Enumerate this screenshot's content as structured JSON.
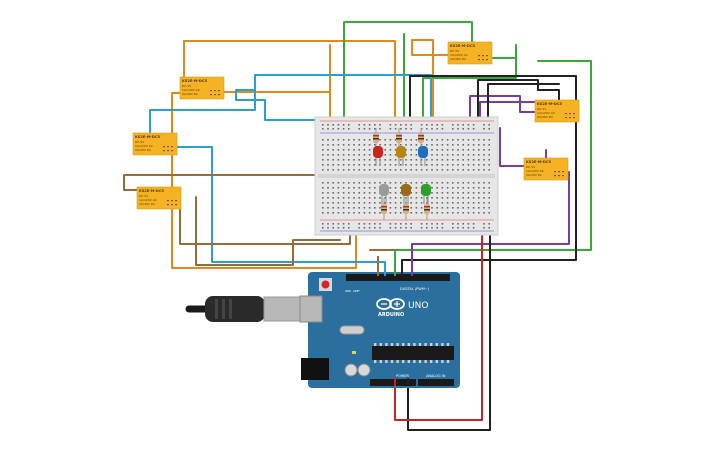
{
  "relays": [
    {
      "model": "KS2E-M-DC5",
      "specs": [
        "DC 5V",
        "1A/120V AC",
        "2A/30V DC"
      ]
    },
    {
      "model": "KS2E-M-DC5",
      "specs": [
        "DC 5V",
        "1A/120V AC",
        "2A/30V DC"
      ]
    },
    {
      "model": "KS2E-M-DC5",
      "specs": [
        "DC 5V",
        "1A/120V AC",
        "2A/30V DC"
      ]
    },
    {
      "model": "KS2E-M-DC5",
      "specs": [
        "DC 5V",
        "1A/120V AC",
        "2A/30V DC"
      ]
    },
    {
      "model": "KS2E-M-DC5",
      "specs": [
        "DC 5V",
        "1A/120V AC",
        "2A/30V DC"
      ]
    },
    {
      "model": "KS2E-M-DC5",
      "specs": [
        "DC 5V",
        "1A/120V AC",
        "2A/30V DC"
      ]
    }
  ],
  "arduino": {
    "brand": "ARDUINO",
    "model": "UNO",
    "digital_label": "DIGITAL (PWM~)",
    "power_label": "POWER",
    "analog_label": "ANALOG IN",
    "aref_label": "AREF",
    "gnd_label": "GND"
  },
  "colors": {
    "wire_orange": "#e08a1e",
    "wire_green": "#3aa83a",
    "wire_blue": "#2a9fd0",
    "wire_purple": "#7a3aa8",
    "wire_black": "#222222",
    "wire_brown": "#9a6a3a",
    "wire_red": "#cc2222",
    "relay_body": "#f5b324",
    "arduino_board": "#2a6f9e",
    "led_red": "#cc2222",
    "led_yellow": "#b8860b",
    "led_blue": "#1e6fbf",
    "led_white": "#9a9a9a",
    "led_orange": "#9a6a1a",
    "led_green": "#2aa02a"
  }
}
